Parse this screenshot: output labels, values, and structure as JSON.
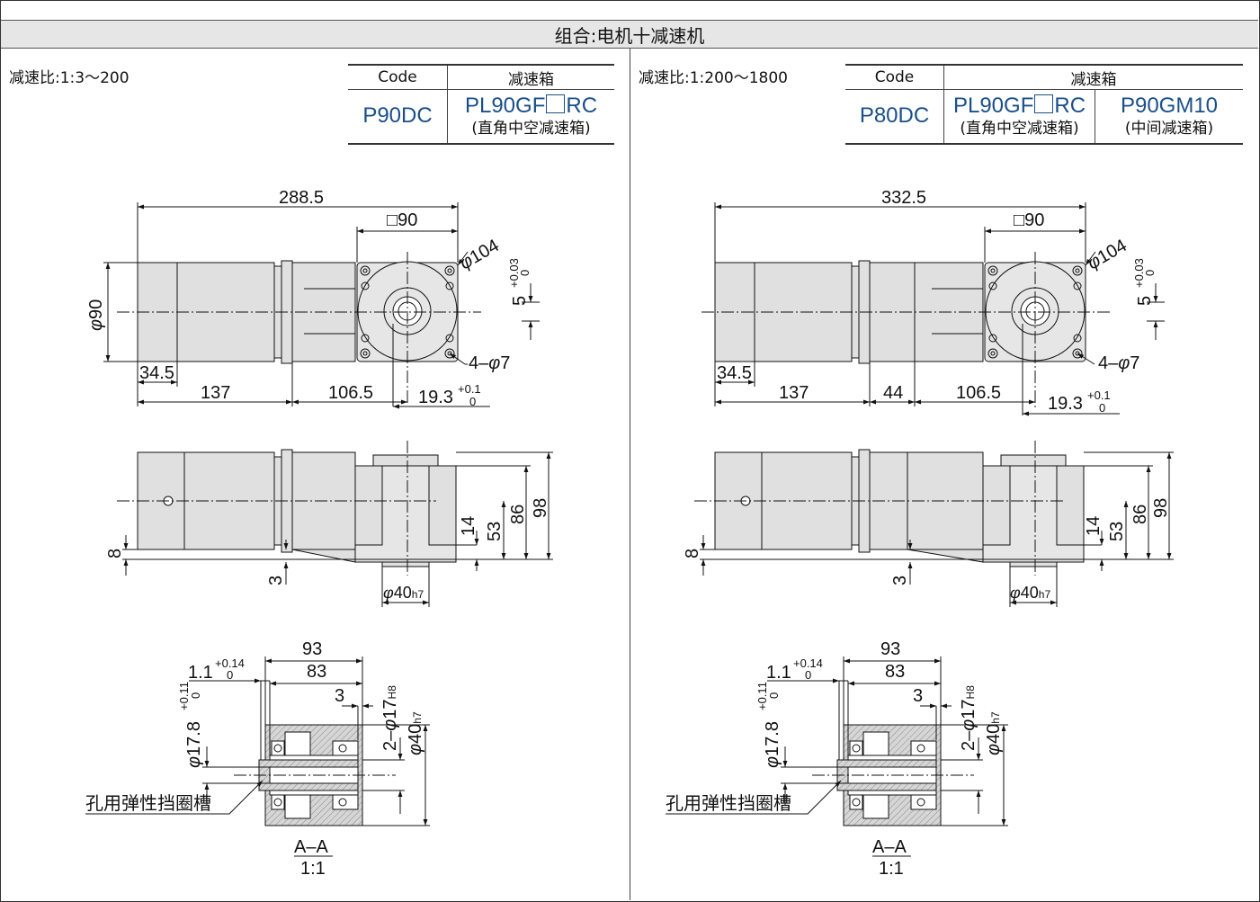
{
  "header": {
    "title": "组合:电机十减速机"
  },
  "left": {
    "ratio": "减速比:1:3～200",
    "table": {
      "code_header": "Code",
      "gearbox_header": "减速箱",
      "code": "P90DC",
      "gearboxes": [
        {
          "pre": "PL90GF",
          "post": "RC",
          "sub": "(直角中空减速箱)"
        }
      ]
    },
    "top_view": {
      "total": "288.5",
      "sq": "90",
      "phi104": "104",
      "phi90": "90",
      "d34": "34.5",
      "d137": "137",
      "d106": "106.5",
      "d193": "19.3",
      "tol193": "+0.1",
      "tol193b": "0",
      "key": "5",
      "keytol": "+0.03",
      "keytolb": "0",
      "holes": "4–",
      "holes_d": "7"
    },
    "side_view": {
      "d98": "98",
      "d86": "86",
      "d53": "53",
      "d14": "14",
      "d8": "8",
      "d3": "3",
      "d40": "40",
      "d40f": "h7"
    },
    "section": {
      "d93": "93",
      "d83": "83",
      "d3": "3",
      "d11": "1.1",
      "t11a": "+0.14",
      "t11b": "0",
      "d178": "17.8",
      "t178a": "+0.11",
      "t178b": "0",
      "d17": "2–",
      "d17v": "17",
      "d17f": "H8",
      "d40": "40",
      "d40f": "h7",
      "retaining": "孔用弹性挡圈槽",
      "label_top": "A–A",
      "label_bottom": "1:1"
    }
  },
  "right": {
    "ratio": "减速比:1:200～1800",
    "table": {
      "code_header": "Code",
      "gearbox_header": "减速箱",
      "code": "P80DC",
      "gearboxes": [
        {
          "pre": "PL90GF",
          "post": "RC",
          "sub": "(直角中空减速箱)"
        },
        {
          "pre": "P90GM10",
          "post": "",
          "sub": "(中间减速箱)"
        }
      ]
    },
    "top_view": {
      "total": "332.5",
      "sq": "90",
      "phi104": "104",
      "d34": "34.5",
      "d137": "137",
      "d44": "44",
      "d106": "106.5",
      "d193": "19.3",
      "tol193": "+0.1",
      "tol193b": "0",
      "key": "5",
      "keytol": "+0.03",
      "keytolb": "0",
      "holes": "4–",
      "holes_d": "7"
    },
    "side_view": {
      "d98": "98",
      "d86": "86",
      "d53": "53",
      "d14": "14",
      "d8": "8",
      "d3": "3",
      "d40": "40",
      "d40f": "h7"
    },
    "section": {
      "d93": "93",
      "d83": "83",
      "d3": "3",
      "d11": "1.1",
      "t11a": "+0.14",
      "t11b": "0",
      "d178": "17.8",
      "t178a": "+0.11",
      "t178b": "0",
      "d17": "2–",
      "d17v": "17",
      "d17f": "H8",
      "d40": "40",
      "d40f": "h7",
      "retaining": "孔用弹性挡圈槽",
      "label_top": "A–A",
      "label_bottom": "1:1"
    }
  },
  "colors": {
    "accent": "#1a4f8a",
    "fill": "#dcdcdc",
    "header_bg": "#e6e6e6"
  }
}
